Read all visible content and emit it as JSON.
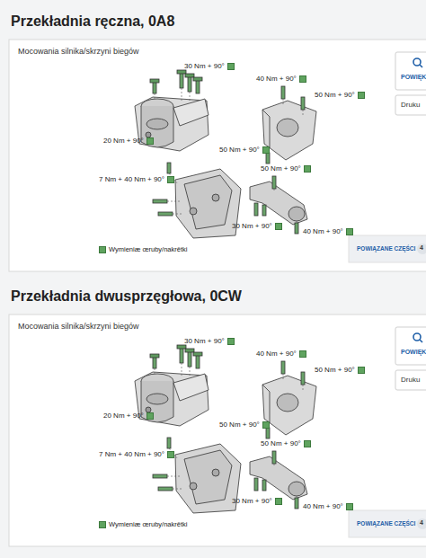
{
  "diagram": {
    "labels": [
      "Przekładnia ręczna, 0A8",
      "Mocowania silnika/skrzyni biegów",
      "30 Nm + 90°",
      "40 Nm + 90°",
      "50 Nm + 90°",
      "20 Nm + 90°",
      "50 Nm + 90°",
      "50 Nm + 90°",
      "7 Nm + 40 Nm + 90°",
      "30 Nm + 90°",
      "40 Nm + 90°",
      "POWIĘK",
      "Druku",
      "POWIĄZANE CZĘŚCI",
      "4",
      "Przekładnia dwusprzęgłowa, 0CW",
      "Mocowania silnika/skrzyni biegów",
      "30 Nm + 90°",
      "40 Nm + 90°",
      "50 Nm + 90°",
      "20 Nm + 90°",
      "50 Nm + 90°",
      "50 Nm + 90°",
      "7 Nm + 40 Nm + 90°",
      "30 Nm + 90°",
      "40 Nm + 90°",
      "POWIĘK",
      "Druku",
      "POWIĄZANE CZĘŚCI",
      "4"
    ],
    "legend": [
      {
        "text": "Wymieniæ œruby/nakrêtki",
        "color": "#5fa35f"
      },
      {
        "text": "Wymieniæ œruby/nakrêtki",
        "color": "#5fa35f"
      }
    ]
  }
}
